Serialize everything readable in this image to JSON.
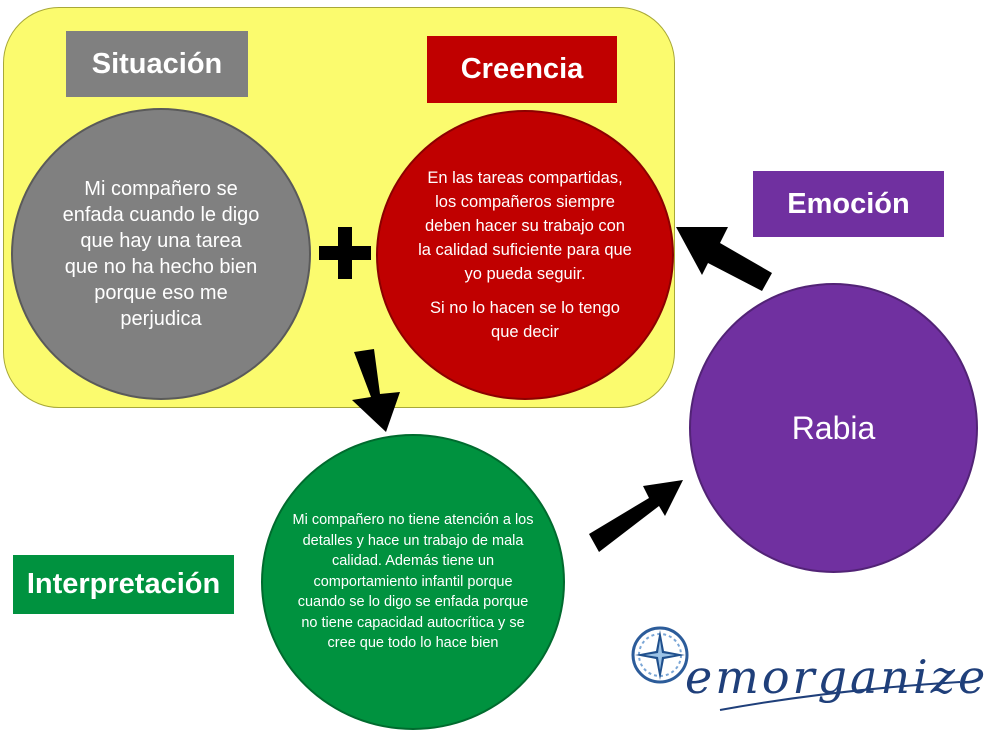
{
  "labels": {
    "situacion": "Situación",
    "creencia": "Creencia",
    "emocion": "Emoción",
    "interpretacion": "Interpretación"
  },
  "circles": {
    "situacion": "Mi compañero se enfada cuando le digo que hay una tarea que no ha hecho bien porque eso me perjudica",
    "creencia": "En las tareas compartidas, los compañeros siempre deben hacer su trabajo con la calidad suficiente para que yo pueda seguir.",
    "creencia_2": "Si no lo hacen se lo tengo que decir",
    "interpretacion": "Mi compañero no tiene atención a los detalles y hace un trabajo de mala calidad. Además tiene un comportamiento infantil porque cuando se lo digo se enfada porque no tiene capacidad autocrítica y se cree que todo lo hace bien",
    "rabia": "Rabia"
  },
  "logo": {
    "text": "emorganizer"
  },
  "colors": {
    "situacion": "#808080",
    "creencia": "#c00000",
    "emocion": "#7030a0",
    "interpretacion": "#00923f",
    "panel": "#fbfb6e"
  }
}
